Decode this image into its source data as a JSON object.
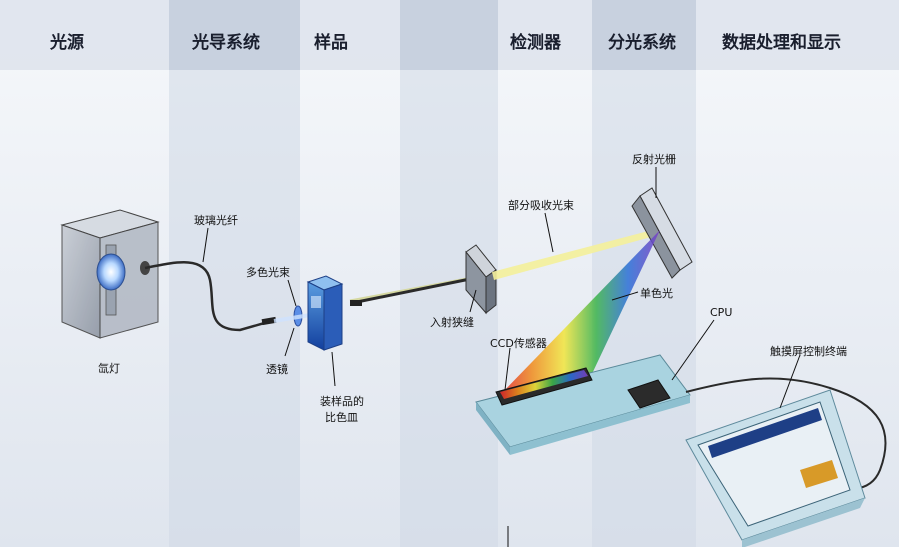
{
  "header": {
    "sections": [
      {
        "id": "light-source",
        "label": "光源"
      },
      {
        "id": "light-guide",
        "label": "光导系统"
      },
      {
        "id": "sample",
        "label": "样品"
      },
      {
        "id": "detector",
        "label": "检测器"
      },
      {
        "id": "spectral",
        "label": "分光系统"
      },
      {
        "id": "data",
        "label": "数据处理和显示"
      }
    ]
  },
  "labels": {
    "lamp": "氙灯",
    "fiber": "玻璃光纤",
    "polychromatic": "多色光束",
    "lens": "透镜",
    "cuvette_line1": "装样品的",
    "cuvette_line2": "比色皿",
    "entrance_slit": "入射狭缝",
    "partial_beam": "部分吸收光束",
    "grating": "反射光栅",
    "monochromatic": "单色光",
    "ccd": "CCD传感器",
    "cpu": "CPU",
    "terminal": "触摸屏控制终端"
  },
  "colors": {
    "header_band": "#dde3ec",
    "column_stripe": "#cdd6e4",
    "beam_yellow": "#f4ef9a",
    "board_blue": "#a9d3e0",
    "terminal_body": "#c9e0ea",
    "cable": "#2a2a2a"
  }
}
